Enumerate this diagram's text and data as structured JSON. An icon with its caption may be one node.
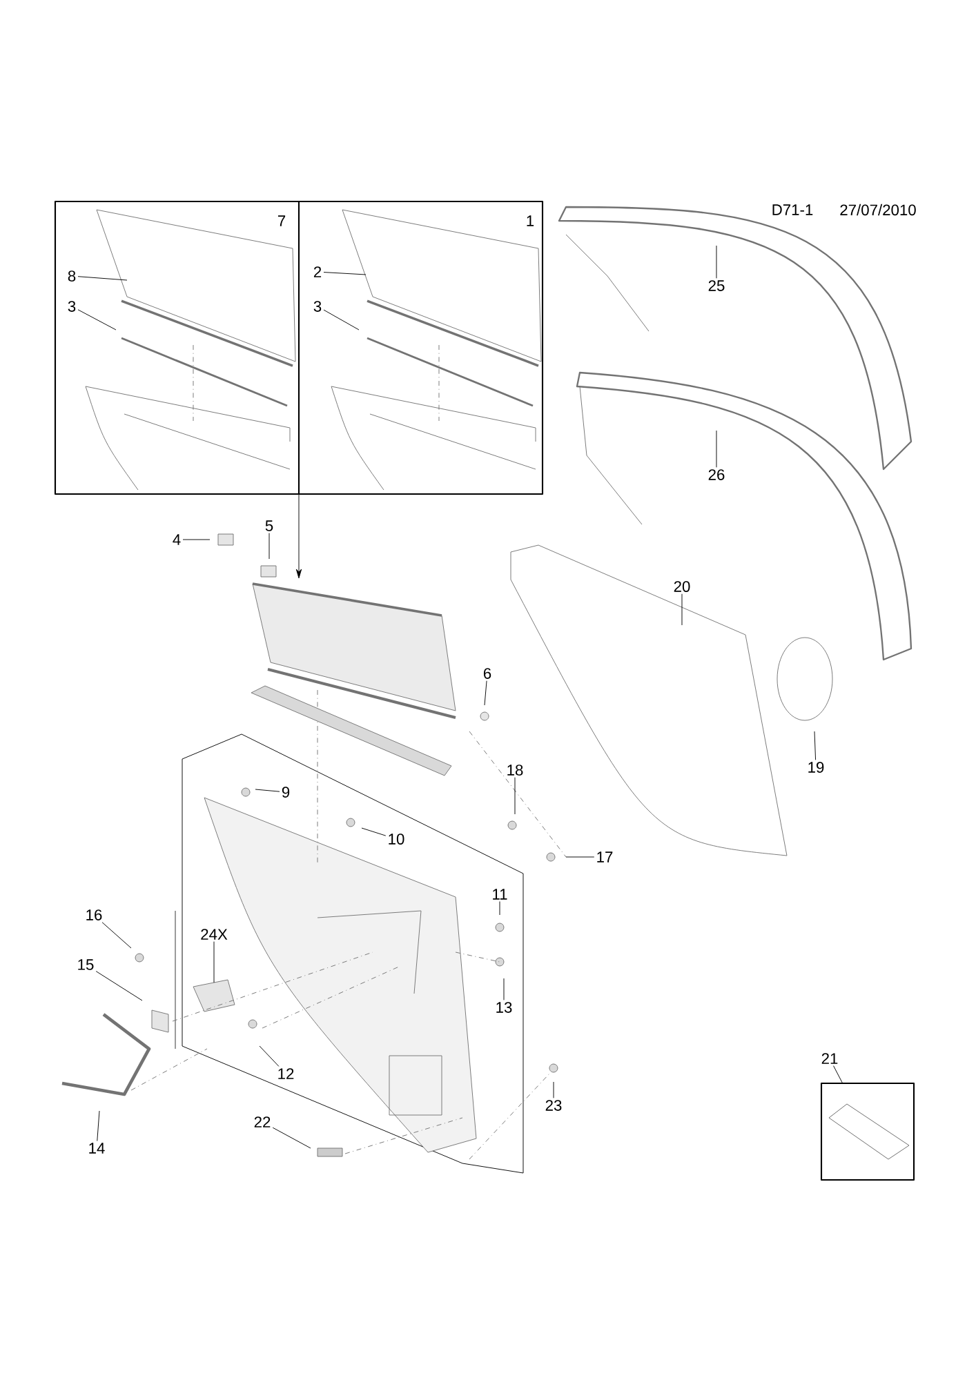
{
  "diagram": {
    "nodes": [
      {
        "text": [],
        "shape": "box"
      },
      {
        "text": [
          "8"
        ],
        "in": 0
      },
      {
        "text": [
          "3"
        ],
        "in": 0
      },
      {
        "text": [
          "2"
        ],
        "in": 0
      },
      {
        "text": [
          "3"
        ],
        "in": 0
      },
      {
        "text": [],
        "shape": "picture"
      },
      {
        "text": [
          "4"
        ]
      },
      {
        "text": [
          "5"
        ]
      },
      {
        "text": [
          "6"
        ]
      },
      {
        "text": [
          "25"
        ]
      },
      {
        "text": [
          "26"
        ]
      },
      {
        "text": [
          "20"
        ]
      },
      {
        "text": [
          "19"
        ]
      },
      {
        "text": [
          "9"
        ]
      },
      {
        "text": [
          "10"
        ]
      },
      {
        "text": [
          "18"
        ]
      },
      {
        "text": [
          "17"
        ]
      },
      {
        "text": [
          "11"
        ]
      },
      {
        "text": [
          "16"
        ]
      },
      {
        "text": [
          "24X"
        ]
      },
      {
        "text": [
          "15"
        ]
      },
      {
        "text": [
          "13"
        ]
      },
      {
        "text": [
          "12"
        ]
      },
      {
        "text": [
          "14"
        ]
      },
      {
        "text": [
          "23"
        ]
      },
      {
        "text": [
          "22"
        ]
      },
      {
        "text": [
          "21"
        ]
      },
      {
        "text": [],
        "shape": "box"
      }
    ],
    "edges": [
      {
        "from": 0,
        "to": 5,
        "arrow": "to"
      },
      {
        "from": 1,
        "to": null,
        "arrow": "none"
      },
      {
        "from": 2,
        "to": null,
        "arrow": "none"
      },
      {
        "from": 3,
        "to": null,
        "arrow": "none"
      },
      {
        "from": 4,
        "to": null,
        "arrow": "none"
      },
      {
        "from": 6,
        "to": null,
        "arrow": "none"
      },
      {
        "from": 7,
        "to": null,
        "arrow": "none"
      },
      {
        "from": 8,
        "to": null,
        "arrow": "none"
      },
      {
        "from": 9,
        "to": null,
        "arrow": "none"
      },
      {
        "from": 10,
        "to": null,
        "arrow": "none"
      },
      {
        "from": 11,
        "to": null,
        "arrow": "none"
      },
      {
        "from": 12,
        "to": null,
        "arrow": "none"
      },
      {
        "from": 13,
        "to": null,
        "arrow": "none"
      },
      {
        "from": 14,
        "to": null,
        "arrow": "none"
      },
      {
        "from": 15,
        "to": null,
        "arrow": "none"
      },
      {
        "from": 16,
        "to": null,
        "arrow": "none"
      },
      {
        "from": 17,
        "to": null,
        "arrow": "none"
      },
      {
        "from": 18,
        "to": null,
        "arrow": "none"
      },
      {
        "from": 19,
        "to": null,
        "arrow": "none"
      },
      {
        "from": 20,
        "to": null,
        "arrow": "none"
      },
      {
        "from": 21,
        "to": null,
        "arrow": "none"
      },
      {
        "from": 22,
        "to": null,
        "arrow": "none"
      },
      {
        "from": 23,
        "to": null,
        "arrow": "none"
      },
      {
        "from": 24,
        "to": null,
        "arrow": "none"
      },
      {
        "from": 25,
        "to": null,
        "arrow": "none"
      },
      {
        "from": 26,
        "to": 27,
        "arrow": "none"
      }
    ],
    "labels": [
      "7",
      "1",
      "D71-1",
      "27/07/2010"
    ]
  }
}
